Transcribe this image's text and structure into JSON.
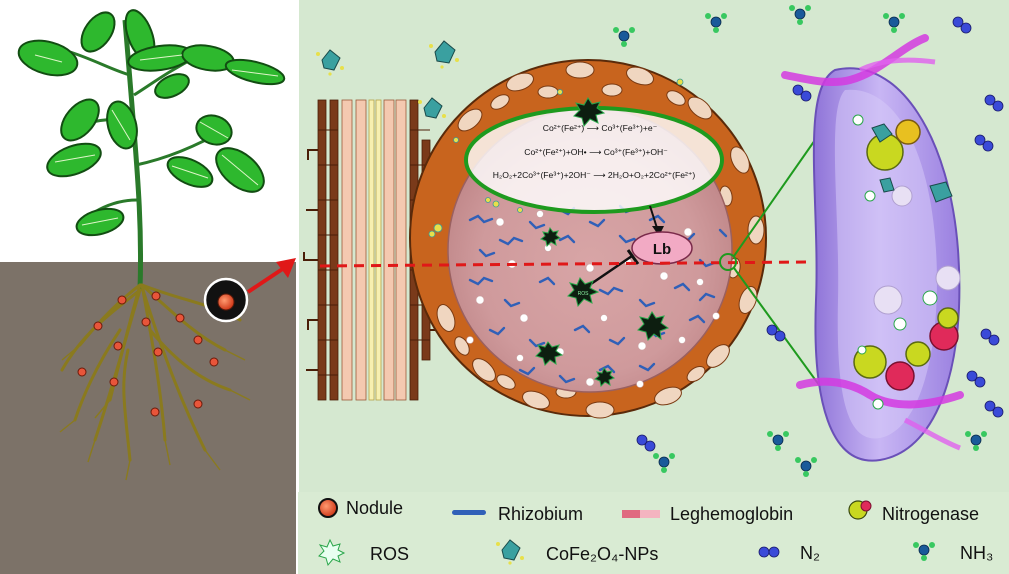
{
  "equations": {
    "eq1": "Co²⁺(Fe²⁺) ⟶ Co³⁺(Fe³⁺)+e⁻",
    "eq2": "Co²⁺(Fe²⁺)+OH• ⟶ Co³⁺(Fe³⁺)+OH⁻",
    "eq3": "H₂O₂+2Co³⁺(Fe³⁺)+2OH⁻ ⟶ 2H₂O+O₂+2Co²⁺(Fe²⁺)"
  },
  "labels": {
    "lb": "Lb",
    "ros_badge": "ROS"
  },
  "legend": {
    "nodule": "Nodule",
    "rhizobium": "Rhizobium",
    "leghemoglobin": "Leghemoglobin",
    "nitrogenase": "Nitrogenase",
    "ros": "ROS",
    "nps": "CoFe₂O₄-NPs",
    "n2": "N₂",
    "nh3": "NH₃"
  },
  "colors": {
    "soil": "#7c7268",
    "panel_bg": "#d5e8d0",
    "legend_bg": "#d9ebd3",
    "leaf": "#2eb82e",
    "nodule": "#e8553a",
    "cortex": "#c8641e",
    "rhizobium": "#3060b8",
    "leghemoglobin": "#e08a98",
    "bacteroid": "#a78be0",
    "n2": "#3a4ad8",
    "nh3": "#1a5a9a",
    "red_dash": "#e01818",
    "green_line": "#1e9a1e"
  }
}
